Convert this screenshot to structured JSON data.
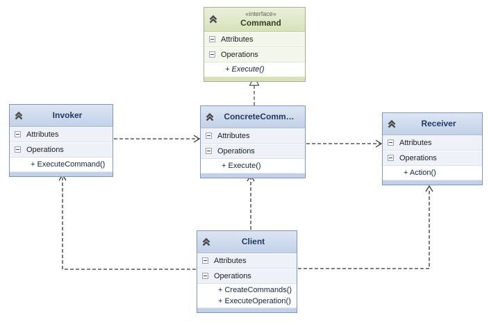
{
  "colors": {
    "interface_header": "#d7e2ba",
    "interface_border": "#a3b184",
    "class_header": "#c2d1e8",
    "class_border": "#7a96c2",
    "connector": "#333333"
  },
  "classes": [
    {
      "id": "command",
      "stereotype": "«interface»",
      "title": "Command",
      "attributes_label": "Attributes",
      "operations_label": "Operations",
      "operations": [
        "+ Execute()"
      ]
    },
    {
      "id": "invoker",
      "title": "Invoker",
      "attributes_label": "Attributes",
      "operations_label": "Operations",
      "operations": [
        "+ ExecuteCommand()"
      ]
    },
    {
      "id": "concrete-command",
      "title": "ConcreteComm…",
      "attributes_label": "Attributes",
      "operations_label": "Operations",
      "operations": [
        "+ Execute()"
      ]
    },
    {
      "id": "receiver",
      "title": "Receiver",
      "attributes_label": "Attributes",
      "operations_label": "Operations",
      "operations": [
        "+ Action()"
      ]
    },
    {
      "id": "client",
      "title": "Client",
      "attributes_label": "Attributes",
      "operations_label": "Operations",
      "operations": [
        "+ CreateCommands()",
        "+ ExecuteOperation()"
      ]
    }
  ],
  "relationships": [
    {
      "type": "realization",
      "from": "ConcreteCommand",
      "to": "Command"
    },
    {
      "type": "dependency",
      "from": "Invoker",
      "to": "ConcreteCommand"
    },
    {
      "type": "dependency",
      "from": "ConcreteCommand",
      "to": "Receiver"
    },
    {
      "type": "dependency",
      "from": "Client",
      "to": "ConcreteCommand"
    },
    {
      "type": "dependency",
      "from": "Client",
      "to": "Invoker"
    },
    {
      "type": "dependency",
      "from": "Client",
      "to": "Receiver"
    }
  ]
}
